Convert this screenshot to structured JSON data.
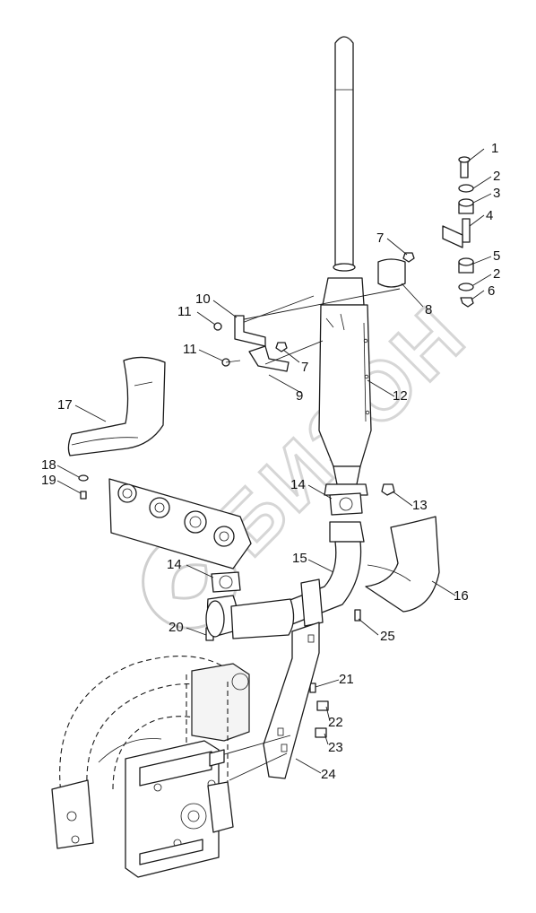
{
  "watermark": {
    "text": "БИЗОН"
  },
  "callouts": [
    "1",
    "2",
    "3",
    "4",
    "5",
    "2",
    "6",
    "7",
    "8",
    "10",
    "11",
    "11",
    "7",
    "9",
    "12",
    "17",
    "18",
    "19",
    "14",
    "13",
    "14",
    "15",
    "16",
    "20",
    "25",
    "21",
    "22",
    "23",
    "24"
  ]
}
